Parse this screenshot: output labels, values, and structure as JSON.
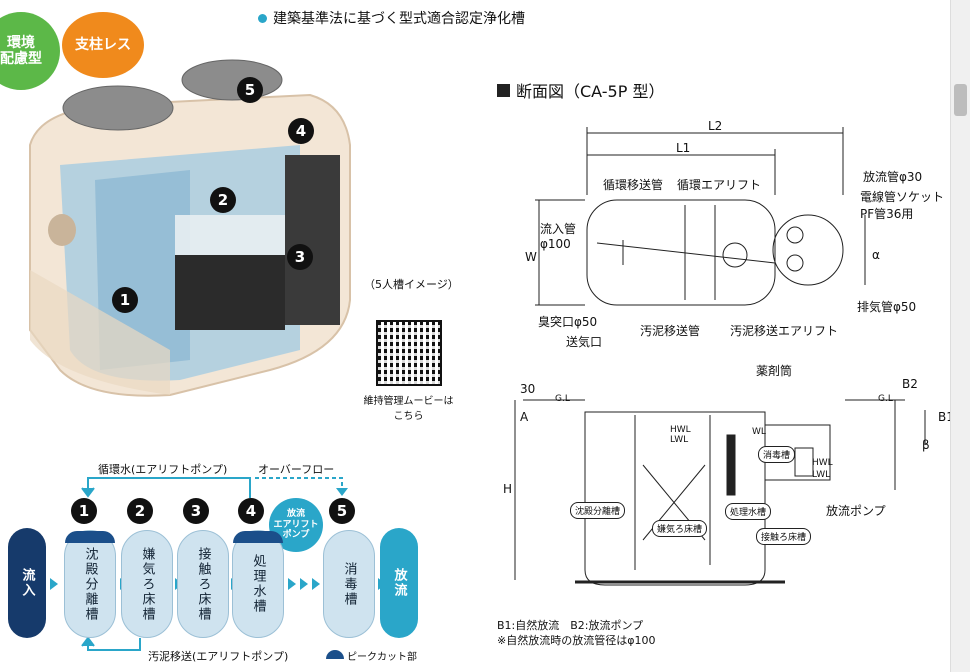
{
  "badges": {
    "env": "環境\n配慮型",
    "no_pillar": "支柱レス"
  },
  "bullet_text": "建築基準法に基づく型式適合認定浄化槽",
  "section_title": "断面図（CA-5P 型）",
  "image_caption": "（5人槽イメージ）",
  "qr_caption": "維持管理ムービーは\nこちら",
  "tank_numbers": [
    "1",
    "2",
    "3",
    "4",
    "5"
  ],
  "flow": {
    "recirc_label": "循環水(エアリフトポンプ)",
    "overflow_label": "オーバーフロー",
    "sludge_label": "汚泥移送(エアリフトポンプ)",
    "pump_badge": "放流\nエアリフト\nポンプ",
    "peak_label": "ピークカット部",
    "inflow": "流入",
    "outflow": "放流",
    "stages": [
      {
        "num": "1",
        "name": "沈殿分離槽"
      },
      {
        "num": "2",
        "name": "嫌気ろ床槽"
      },
      {
        "num": "3",
        "name": "接触ろ床槽"
      },
      {
        "num": "4",
        "name": "処理水槽"
      },
      {
        "num": "5",
        "name": "消毒槽"
      }
    ]
  },
  "plan": {
    "L2": "L2",
    "L1": "L1",
    "W": "W",
    "alpha": "α",
    "junkan_pipe": "循環移送管",
    "junkan_air": "循環エアリフト",
    "inflow_pipe": "流入管\nφ100",
    "discharge_pipe": "放流管φ30",
    "socket": "電線管ソケット\nPF管36用",
    "exhaust": "排気管φ50",
    "odor": "臭突口φ50",
    "air_inlet": "送気口",
    "sludge_pipe": "汚泥移送管",
    "sludge_air": "汚泥移送エアリフト"
  },
  "section": {
    "yakuzai": "薬剤筒",
    "B2": "B2",
    "B1": "B1",
    "dim30": "30",
    "A": "A",
    "H": "H",
    "beta": "β",
    "GL": "G.L",
    "HWL": "HWL",
    "LWL": "LWL",
    "WL": "WL",
    "chamber_sediment": "沈殿分離槽",
    "chamber_anaerobic": "嫌気ろ床槽",
    "chamber_treated": "処理水槽",
    "chamber_contact": "接触ろ床槽",
    "chamber_disinfect": "消毒槽",
    "pump": "放流ポンプ"
  },
  "notes": [
    "B1:自然放流　B2:放流ポンプ",
    "※自然放流時の放流管径はφ100"
  ],
  "colors": {
    "green": "#5cb848",
    "orange": "#f08a1c",
    "teal": "#2aa6c9",
    "navy": "#163a6b",
    "tank": "#cfe3ef"
  }
}
